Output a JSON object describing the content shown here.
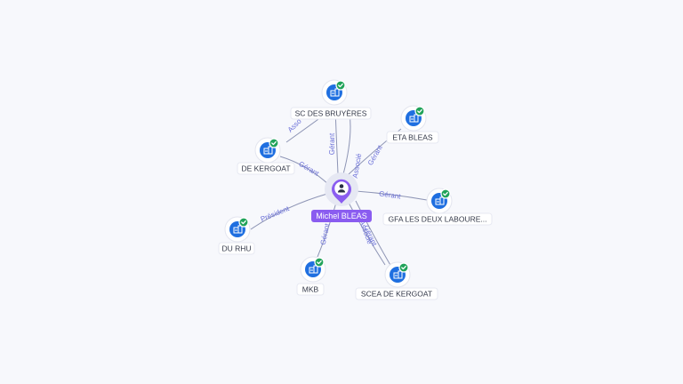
{
  "center": {
    "name": "Michel BLEAS",
    "icon": "person-icon",
    "color": "#8a5cf0"
  },
  "companies": [
    {
      "name": "SC DES BRUYÈRES",
      "relation": "Gérant",
      "icon": "building-icon",
      "verified": true
    },
    {
      "name": "ETA BLEAS",
      "relation": "Gérant",
      "icon": "building-icon",
      "verified": true
    },
    {
      "name": "DE KERGOAT",
      "relation": "Gérant",
      "icon": "building-icon",
      "verified": true
    },
    {
      "name": "GFA LES DEUX LABOURE...",
      "relation": "Gérant",
      "icon": "building-icon",
      "verified": true
    },
    {
      "name": "DU RHU",
      "relation": "Président",
      "icon": "building-icon",
      "verified": true
    },
    {
      "name": "MKB",
      "relation": "Gérant",
      "icon": "building-icon",
      "verified": true
    },
    {
      "name": "SCEA DE KERGOAT",
      "relation": "Gérant",
      "icon": "building-icon",
      "verified": true
    }
  ],
  "extra_edge_labels": [
    "Asso",
    "Associé",
    "Associé"
  ],
  "colors": {
    "accent": "#8a5cf0",
    "node": "#1f6fe0",
    "verified": "#21a35a",
    "edge_label": "#6a6fd8"
  }
}
